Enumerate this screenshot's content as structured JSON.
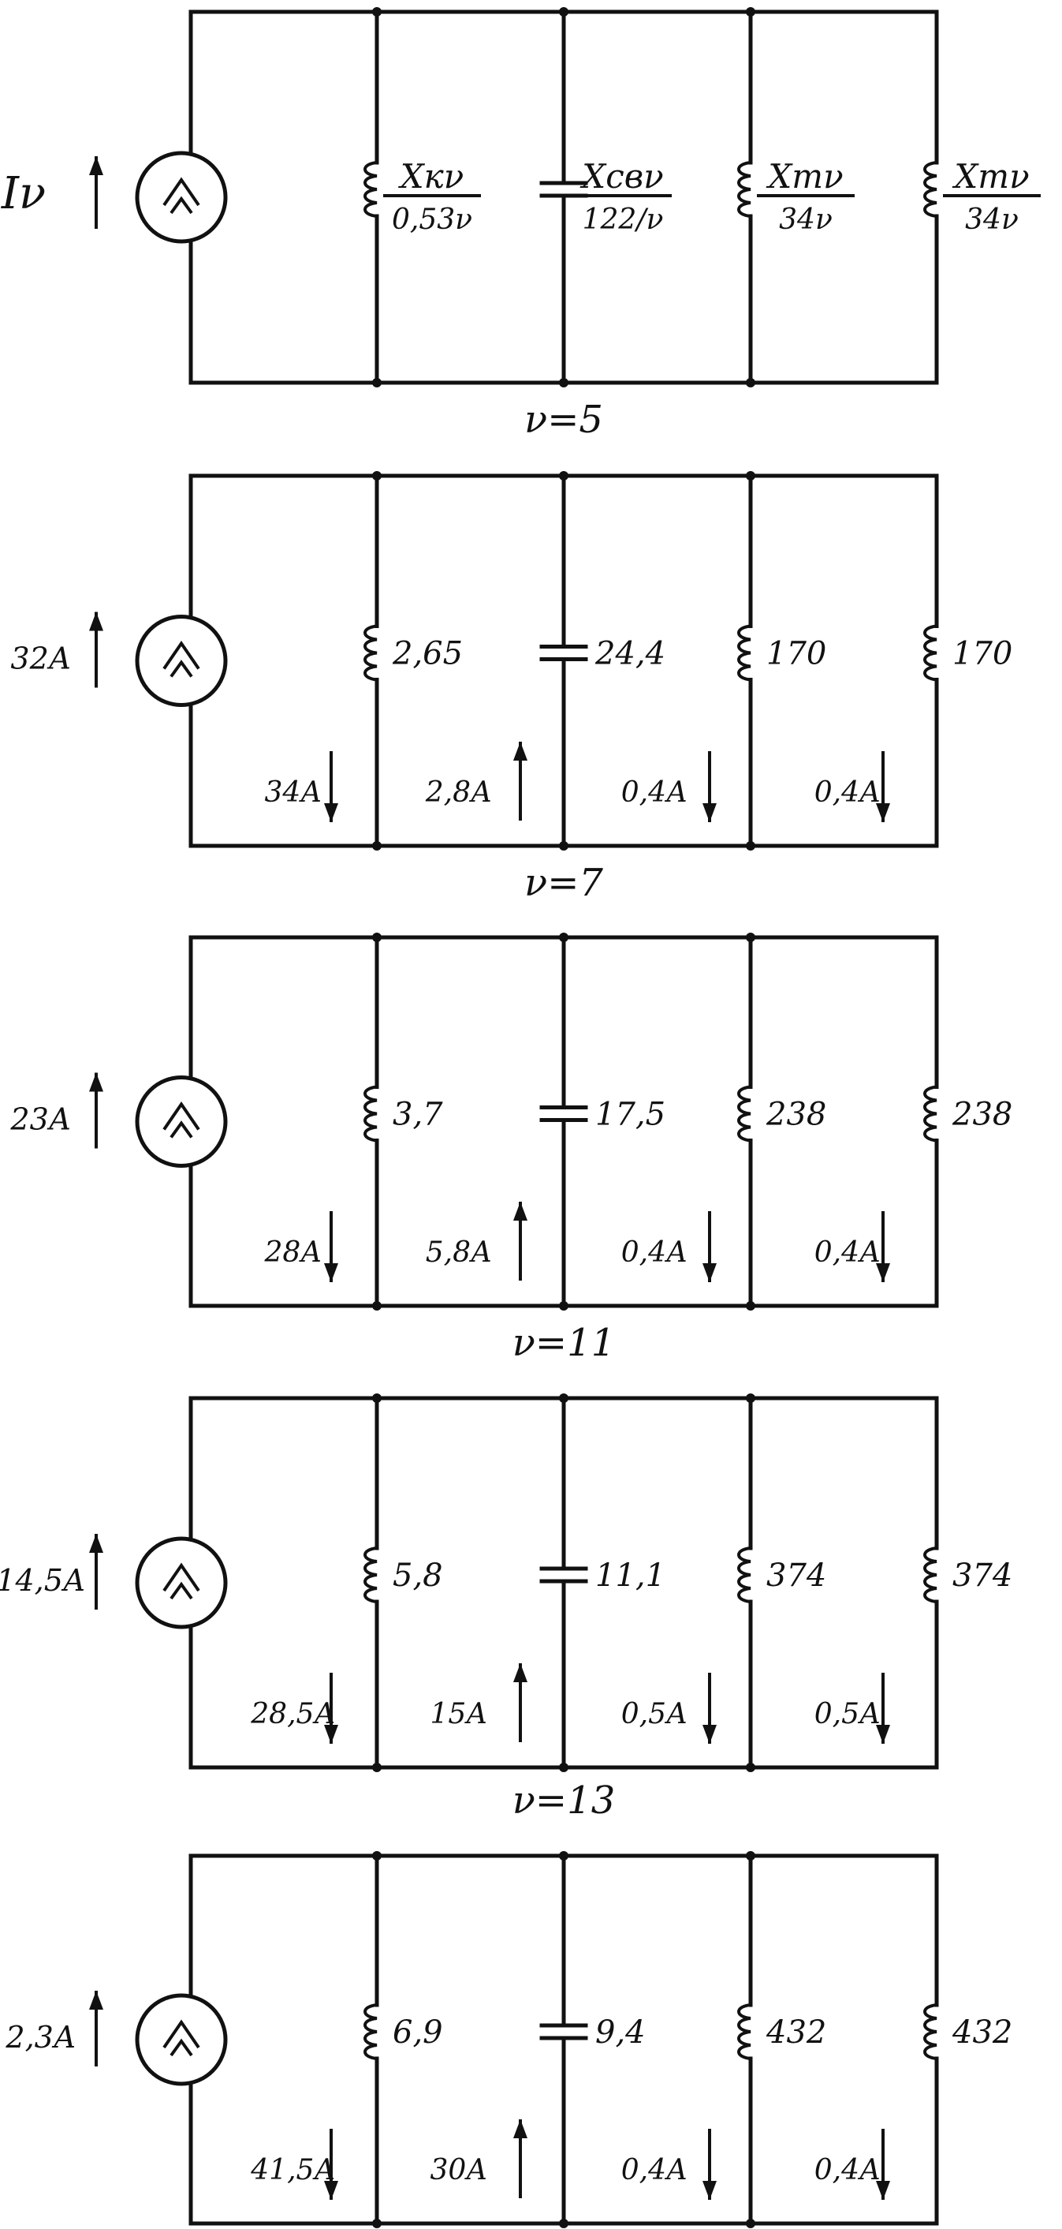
{
  "header": {
    "source_label": "Iν",
    "branches": [
      {
        "top": "Xкν",
        "bottom": "0,53ν"
      },
      {
        "top": "Xсвν",
        "bottom": "122/ν"
      },
      {
        "top": "Xтν",
        "bottom": "34ν"
      },
      {
        "top": "Xтν",
        "bottom": "34ν"
      }
    ]
  },
  "harmonics": [
    {
      "label": "ν=5",
      "source_current": "32А",
      "impedances": [
        "2,65",
        "24,4",
        "170",
        "170"
      ],
      "currents": [
        {
          "value": "34А",
          "dir": "down"
        },
        {
          "value": "2,8А",
          "dir": "up"
        },
        {
          "value": "0,4А",
          "dir": "down"
        },
        {
          "value": "0,4А",
          "dir": "down"
        }
      ]
    },
    {
      "label": "ν=7",
      "source_current": "23А",
      "impedances": [
        "3,7",
        "17,5",
        "238",
        "238"
      ],
      "currents": [
        {
          "value": "28А",
          "dir": "down"
        },
        {
          "value": "5,8А",
          "dir": "up"
        },
        {
          "value": "0,4А",
          "dir": "down"
        },
        {
          "value": "0,4А",
          "dir": "down"
        }
      ]
    },
    {
      "label": "ν=11",
      "source_current": "14,5А",
      "impedances": [
        "5,8",
        "11,1",
        "374",
        "374"
      ],
      "currents": [
        {
          "value": "28,5А",
          "dir": "down"
        },
        {
          "value": "15А",
          "dir": "up"
        },
        {
          "value": "0,5А",
          "dir": "down"
        },
        {
          "value": "0,5А",
          "dir": "down"
        }
      ]
    },
    {
      "label": "ν=13",
      "source_current": "2,3А",
      "impedances": [
        "6,9",
        "9,4",
        "432",
        "432"
      ],
      "currents": [
        {
          "value": "41,5А",
          "dir": "down"
        },
        {
          "value": "30А",
          "dir": "up"
        },
        {
          "value": "0,4А",
          "dir": "down"
        },
        {
          "value": "0,4А",
          "dir": "down"
        }
      ]
    }
  ]
}
